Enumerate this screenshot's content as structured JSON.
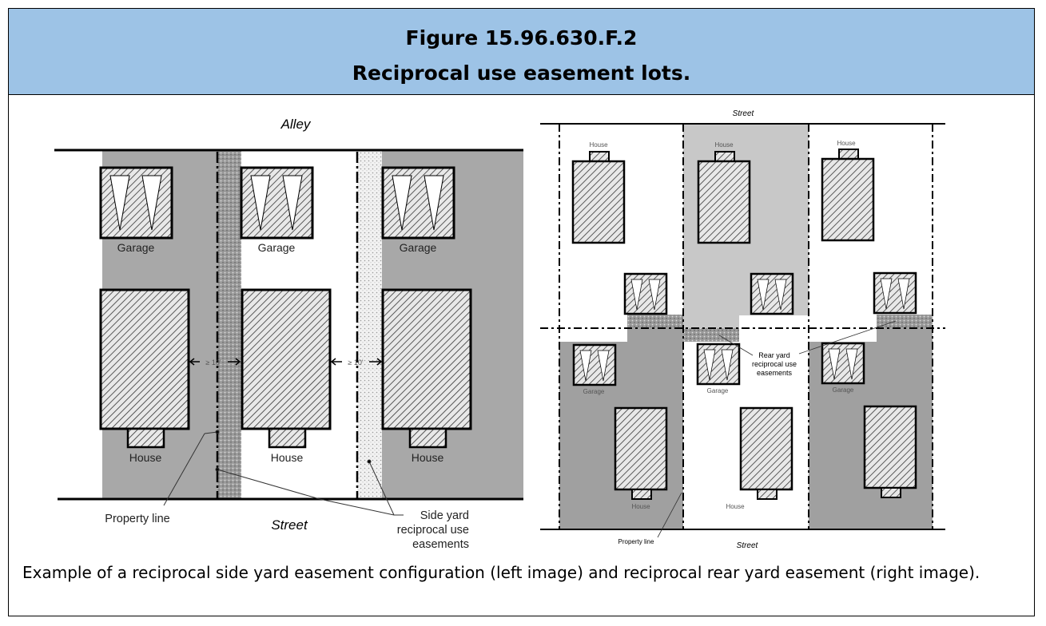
{
  "header": {
    "figure_number": "Figure 15.96.630.F.2",
    "title": "Reciprocal use easement lots."
  },
  "left_diagram": {
    "top_road": "Alley",
    "bottom_road": "Street",
    "garage_label": "Garage",
    "house_label": "House",
    "setback": "≥ 10'",
    "property_line": "Property line",
    "easement_label": [
      "Side yard",
      "reciprocal use",
      "easements"
    ]
  },
  "right_diagram": {
    "top_road": "Street",
    "bottom_road": "Street",
    "garage_label": "Garage",
    "house_label": "House",
    "property_line": "Property line",
    "easement_label": [
      "Rear yard",
      "reciprocal use",
      "easements"
    ]
  },
  "caption": "Example of a reciprocal side yard easement configuration (left image) and reciprocal rear yard easement (right image).",
  "colors": {
    "header_bg": "#9dc3e6",
    "lot_gray": "#a8a8a8",
    "lot_light": "#c8c8c8"
  }
}
